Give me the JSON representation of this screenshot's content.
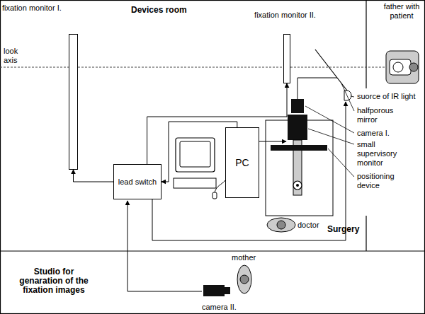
{
  "diagram": {
    "nodes": [
      {
        "text": [
          "fixation monitor I."
        ]
      },
      {
        "text": [
          "fixation monitor II."
        ]
      },
      {
        "text": [
          "lead switch"
        ]
      },
      {
        "text": [
          "PC"
        ]
      }
    ],
    "edges": [
      {
        "from": 2,
        "to": 0,
        "arrow": "to"
      },
      {
        "from": 2,
        "to": 1,
        "arrow": "to"
      },
      {
        "from": 3,
        "to": 2,
        "arrow": "to"
      }
    ],
    "labels": [
      "Devices room",
      "look axis",
      "father with patient",
      "suorce of IR light",
      "halfporous mirror",
      "camera I.",
      "small supervisory monitor",
      "positioning device",
      "doctor",
      "Surgery",
      "mother",
      "camera II.",
      "Studio for genaration of the fixation images"
    ]
  }
}
